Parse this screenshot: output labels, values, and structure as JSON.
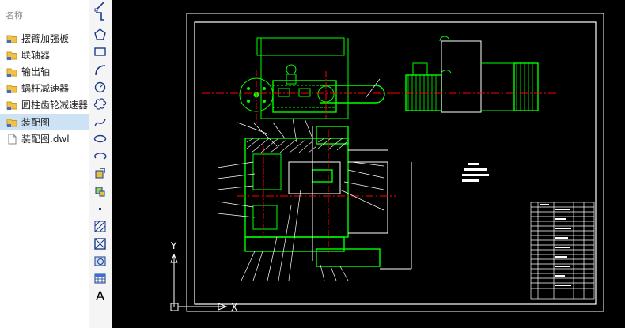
{
  "file_panel": {
    "header": "名称",
    "items": [
      {
        "label": "摆臂加强板",
        "icon": "folder-icon",
        "selected": false
      },
      {
        "label": "联轴器",
        "icon": "folder-icon",
        "selected": false
      },
      {
        "label": "输出轴",
        "icon": "folder-icon",
        "selected": false
      },
      {
        "label": "蜗杆减速器",
        "icon": "folder-icon",
        "selected": false
      },
      {
        "label": "圆柱齿轮减速器",
        "icon": "folder-icon",
        "selected": false
      },
      {
        "label": "装配图",
        "icon": "folder-icon",
        "selected": true
      },
      {
        "label": "装配图.dwl",
        "icon": "file-icon",
        "selected": false
      }
    ]
  },
  "toolbar": {
    "tools": [
      "line-icon",
      "polyline-icon",
      "polygon-icon",
      "rectangle-icon",
      "arc-icon",
      "circle-icon",
      "revision-cloud-icon",
      "spline-icon",
      "ellipse-icon",
      "ellipse-arc-icon",
      "insert-block-icon",
      "make-block-icon",
      "point-icon",
      "hatch-icon",
      "gradient-icon",
      "region-icon",
      "table-icon",
      "multiline-text-icon"
    ],
    "text_tool_label": "A"
  },
  "ucs": {
    "x_label": "X",
    "y_label": "Y"
  },
  "colors": {
    "canvas": "#000000",
    "green": "#00ff00",
    "red": "#ff0000",
    "white": "#ffffff",
    "selection": "#cde3f5"
  }
}
